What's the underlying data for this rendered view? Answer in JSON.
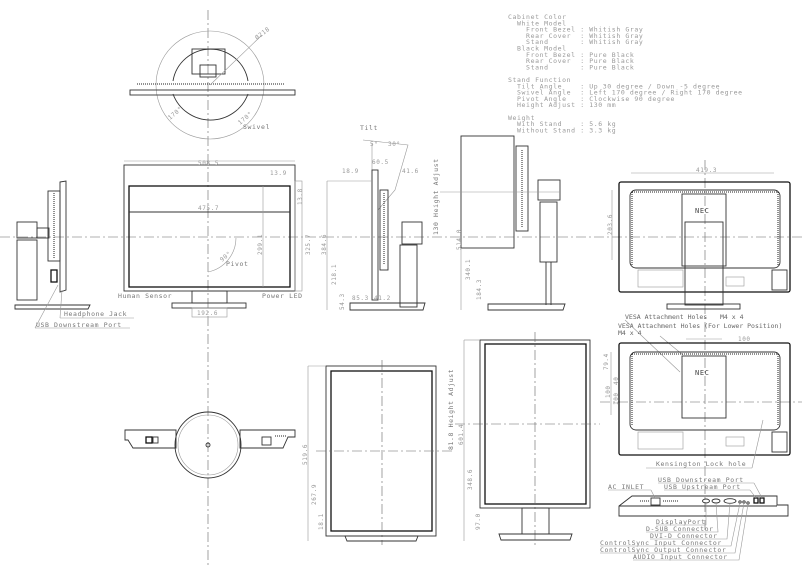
{
  "specs": {
    "lines": [
      "Cabinet Color",
      "  White Model",
      "    Front Bezel : Whitish Gray",
      "    Rear Cover  : Whitish Gray",
      "    Stand       : Whitish Gray",
      "  Black Model",
      "    Front Bezel : Pure Black",
      "    Rear Cover  : Pure Black",
      "    Stand       : Pure Black",
      "",
      "Stand Function",
      "  Tilt Angle    : Up 30 degree / Down -5 degree",
      "  Swivel Angle  : Left 170 degree / Right 170 degree",
      "  Pivot Angle   : Clockwise 90 degree",
      "  Height Adjust : 130 mm",
      "",
      "Weight",
      "  With Stand    : 5.6 kg",
      "  Without Stand : 3.3 kg"
    ]
  },
  "swivel_view": {
    "label": "Swivel",
    "diameter": "Ø218",
    "left_angle": "170°",
    "right_angle": "170°"
  },
  "front_view": {
    "width": "508.5",
    "screen_width": "475.7",
    "bezel": "13.9",
    "bezel_top": "13.8",
    "screen_height": "299.1",
    "height": "325.7",
    "pivot": "Pivot",
    "pivot_angle": "90°",
    "stand_width": "192.6",
    "human_sensor": "Human Sensor",
    "power_led": "Power LED"
  },
  "left_view": {
    "headphone": "Headphone Jack",
    "usb_down": "USB Downstream Port"
  },
  "tilt_view": {
    "label": "Tilt",
    "down": "5°",
    "up": "30°",
    "d1": "60.5",
    "d2": "18.9",
    "d3": "41.6",
    "h1": "384.6",
    "h2": "218.1",
    "h3": "54.3",
    "base": "85.3",
    "base2": "41.2"
  },
  "height_view": {
    "label": "130 Height Adjust",
    "h1": "514.0",
    "h2": "340.1",
    "h3": "184.3"
  },
  "rear_view": {
    "width": "419.3",
    "height": "203.6",
    "logo": "NEC",
    "vesa1": "VESA Attachment Holes",
    "vesa1_spec": "M4 x 4",
    "vesa2": "VESA Attachment Holes (For Lower Position)",
    "vesa2_spec": "M4 x 4",
    "vesa_w": "100",
    "v1": "79.4",
    "v2": "40",
    "v3": "100",
    "v4": "100",
    "kensington": "Kensington Lock hole"
  },
  "portrait_view": {
    "label": "81.8 Height Adjust",
    "h1": "519.6",
    "h2": "267.9",
    "h3": "18.1",
    "h4": "601.4",
    "h5": "348.6",
    "h6": "97.0"
  },
  "connectors": {
    "ac_inlet": "AC INLET",
    "usb_down": "USB Downstream Port",
    "usb_up": "USB Upstream Port",
    "displayport": "DisplayPort",
    "dsub": "D-SUB Connector",
    "dvi": "DVI-D Connector",
    "ctrl_in": "ControlSync Input Connector",
    "ctrl_out": "ControlSync Output Connector",
    "audio": "AUDIO Input Connector"
  }
}
